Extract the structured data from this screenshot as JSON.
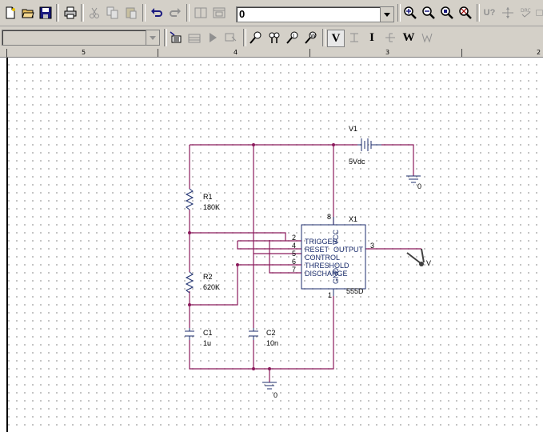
{
  "toolbar1": {
    "part_combo_value": "0",
    "buttons": [
      "new-icon",
      "open-icon",
      "save-icon",
      "print-icon",
      "cut-icon",
      "copy-icon",
      "paste-icon",
      "undo-icon",
      "redo-icon",
      "window-icon",
      "window2-icon",
      "zoom-in-icon",
      "zoom-out-icon",
      "zoom-area-icon",
      "zoom-all-icon",
      "u-icon",
      "pan-icon",
      "drc-icon",
      "drc2-icon"
    ],
    "u_label": "U?"
  },
  "toolbar2": {
    "combo_value": "",
    "v_label": "V",
    "i_label": "I",
    "w_label": "W"
  },
  "ruler": {
    "labels": [
      "5",
      "4",
      "3",
      "2"
    ]
  },
  "schematic": {
    "v1": {
      "ref": "V1",
      "value": "5Vdc"
    },
    "r1": {
      "ref": "R1",
      "value": "180K"
    },
    "r2": {
      "ref": "R2",
      "value": "620K"
    },
    "c1": {
      "ref": "C1",
      "value": "1u"
    },
    "c2": {
      "ref": "C2",
      "value": "10n"
    },
    "x1": {
      "ref": "X1",
      "part": "555D",
      "pins": [
        "TRIGGER",
        "RESET",
        "OUTPUT",
        "CONTROL",
        "THRESHOLD",
        "DISCHARGE"
      ],
      "pin_numbers": [
        "2",
        "4",
        "5",
        "6",
        "7",
        "3",
        "8",
        "1"
      ],
      "vertical_labels": [
        "GND",
        "VCC"
      ]
    },
    "gnd_labels": [
      "0",
      "0"
    ],
    "probe_label": "V"
  },
  "colors": {
    "wire": "#8b1a5c",
    "part": "#1c2e6e",
    "background": "#ffffff"
  }
}
